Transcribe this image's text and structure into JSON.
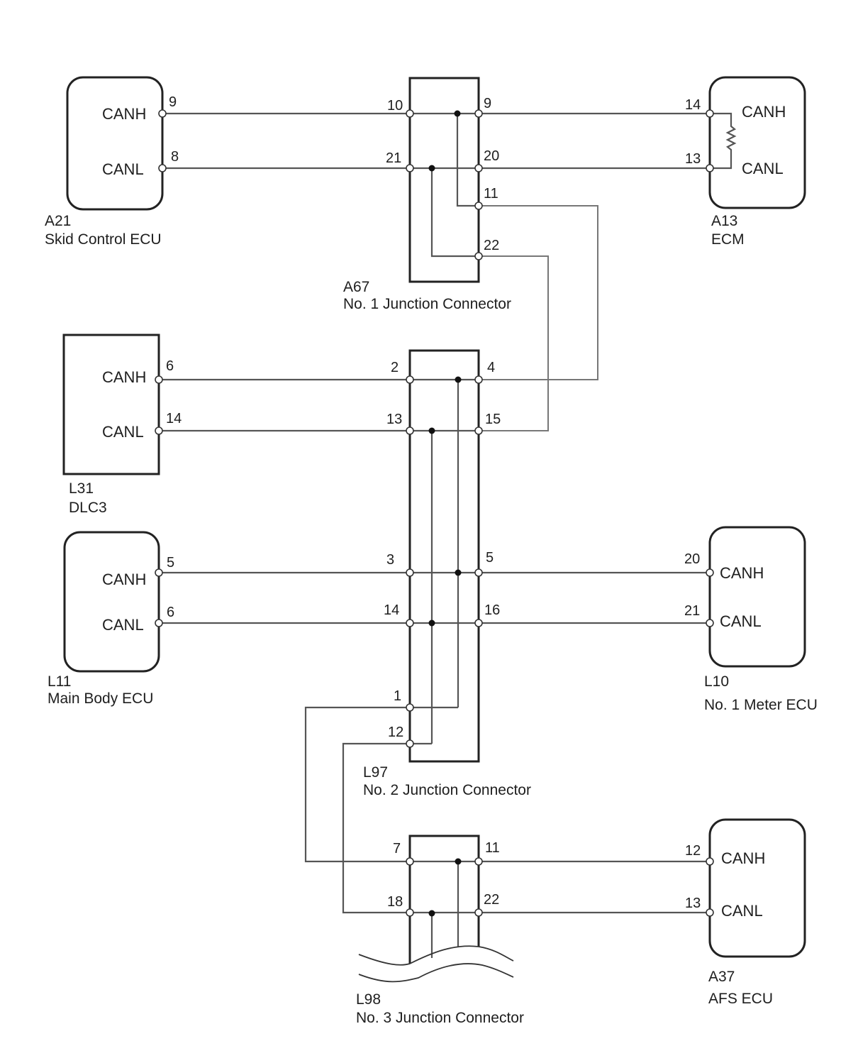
{
  "diagram": {
    "components": {
      "a21": {
        "code": "A21",
        "name": "Skid Control ECU",
        "canh_label": "CANH",
        "canl_label": "CANL",
        "canh_pin": "9",
        "canl_pin": "8"
      },
      "a13": {
        "code": "A13",
        "name": "ECM",
        "canh_label": "CANH",
        "canl_label": "CANL",
        "canh_pin": "14",
        "canl_pin": "13"
      },
      "l31": {
        "code": "L31",
        "name": "DLC3",
        "canh_label": "CANH",
        "canl_label": "CANL",
        "canh_pin": "6",
        "canl_pin": "14"
      },
      "l11": {
        "code": "L11",
        "name": "Main Body ECU",
        "canh_label": "CANH",
        "canl_label": "CANL",
        "canh_pin": "5",
        "canl_pin": "6"
      },
      "l10": {
        "code": "L10",
        "name": "No. 1 Meter ECU",
        "canh_label": "CANH",
        "canl_label": "CANL",
        "canh_pin": "20",
        "canl_pin": "21"
      },
      "a37": {
        "code": "A37",
        "name": "AFS ECU",
        "canh_label": "CANH",
        "canl_label": "CANL",
        "canh_pin": "12",
        "canl_pin": "13"
      }
    },
    "junctions": {
      "a67": {
        "code": "A67",
        "name": "No. 1 Junction Connector",
        "pins": {
          "p10": "10",
          "p9": "9",
          "p21": "21",
          "p20": "20",
          "p11": "11",
          "p22": "22"
        }
      },
      "l97": {
        "code": "L97",
        "name": "No. 2 Junction Connector",
        "pins": {
          "p2": "2",
          "p4": "4",
          "p13": "13",
          "p15": "15",
          "p3": "3",
          "p5": "5",
          "p14": "14",
          "p16": "16",
          "p1": "1",
          "p12": "12"
        }
      },
      "l98": {
        "code": "L98",
        "name": "No. 3 Junction Connector",
        "pins": {
          "p7": "7",
          "p11": "11",
          "p18": "18",
          "p22": "22"
        }
      }
    },
    "icons": {
      "terminating_resistor": "resistor-icon",
      "splice_point": "splice-dot-icon",
      "terminal": "terminal-circle-icon",
      "cut_mark": "break-wave-icon"
    },
    "colors": {
      "wire": "#555555",
      "outline": "#222222",
      "background": "#ffffff"
    }
  }
}
